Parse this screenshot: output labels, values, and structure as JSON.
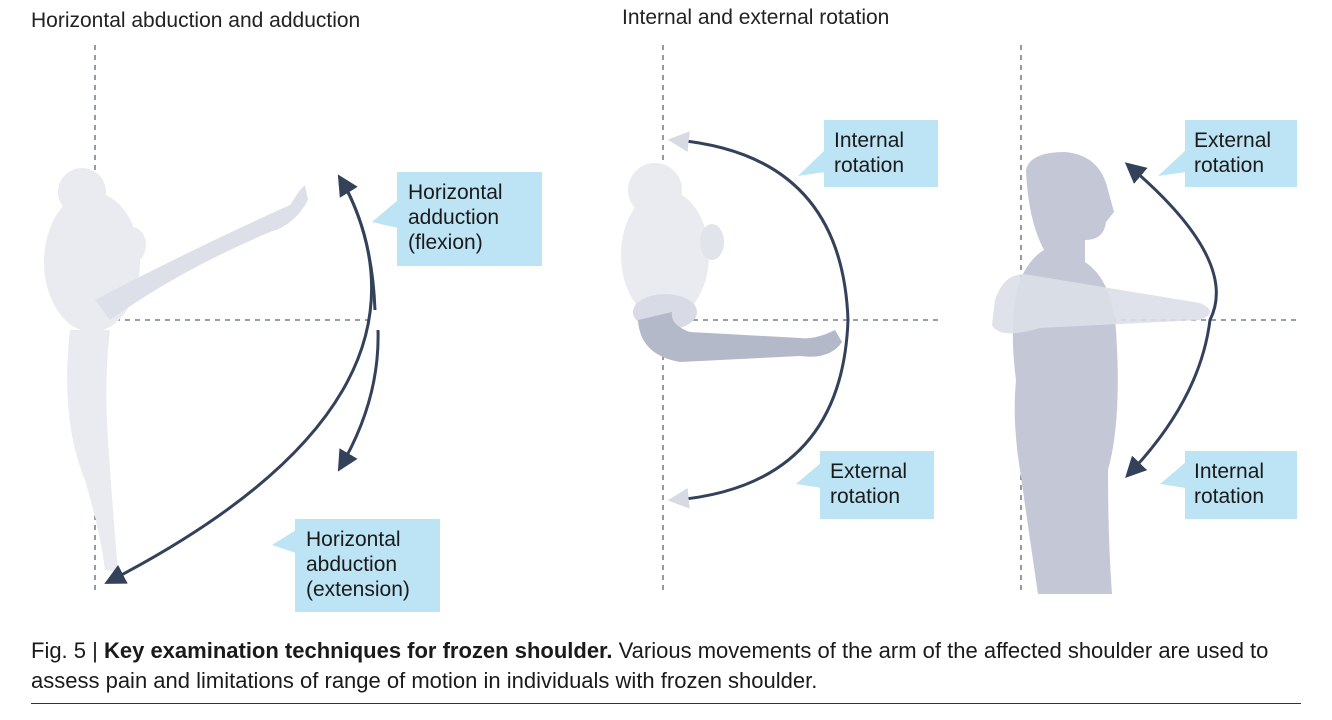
{
  "colors": {
    "callout": "#bde4f4",
    "arc": "#34415a",
    "dashed_line": "#5a6478",
    "figure_light": "#e9ebf1",
    "figure_mid": "#ccd0de",
    "figure_dark": "#b4b9ca"
  },
  "panels": {
    "horizontal": {
      "heading": "Horizontal abduction and adduction",
      "callout_adduction": "Horizontal\nadduction\n(flexion)",
      "callout_abduction": "Horizontal\nabduction\n(extension)"
    },
    "rotation": {
      "heading": "Internal and external rotation",
      "front_internal": "Internal\nrotation",
      "front_external": "External\nrotation",
      "side_external": "External\nrotation",
      "side_internal": "Internal\nrotation"
    }
  },
  "caption": {
    "fig_label": "Fig. 5 | ",
    "title": "Key examination techniques for frozen shoulder.",
    "body": " Various movements of the arm of the affected shoulder are used to assess pain and limitations of range of motion in individuals with frozen shoulder."
  }
}
